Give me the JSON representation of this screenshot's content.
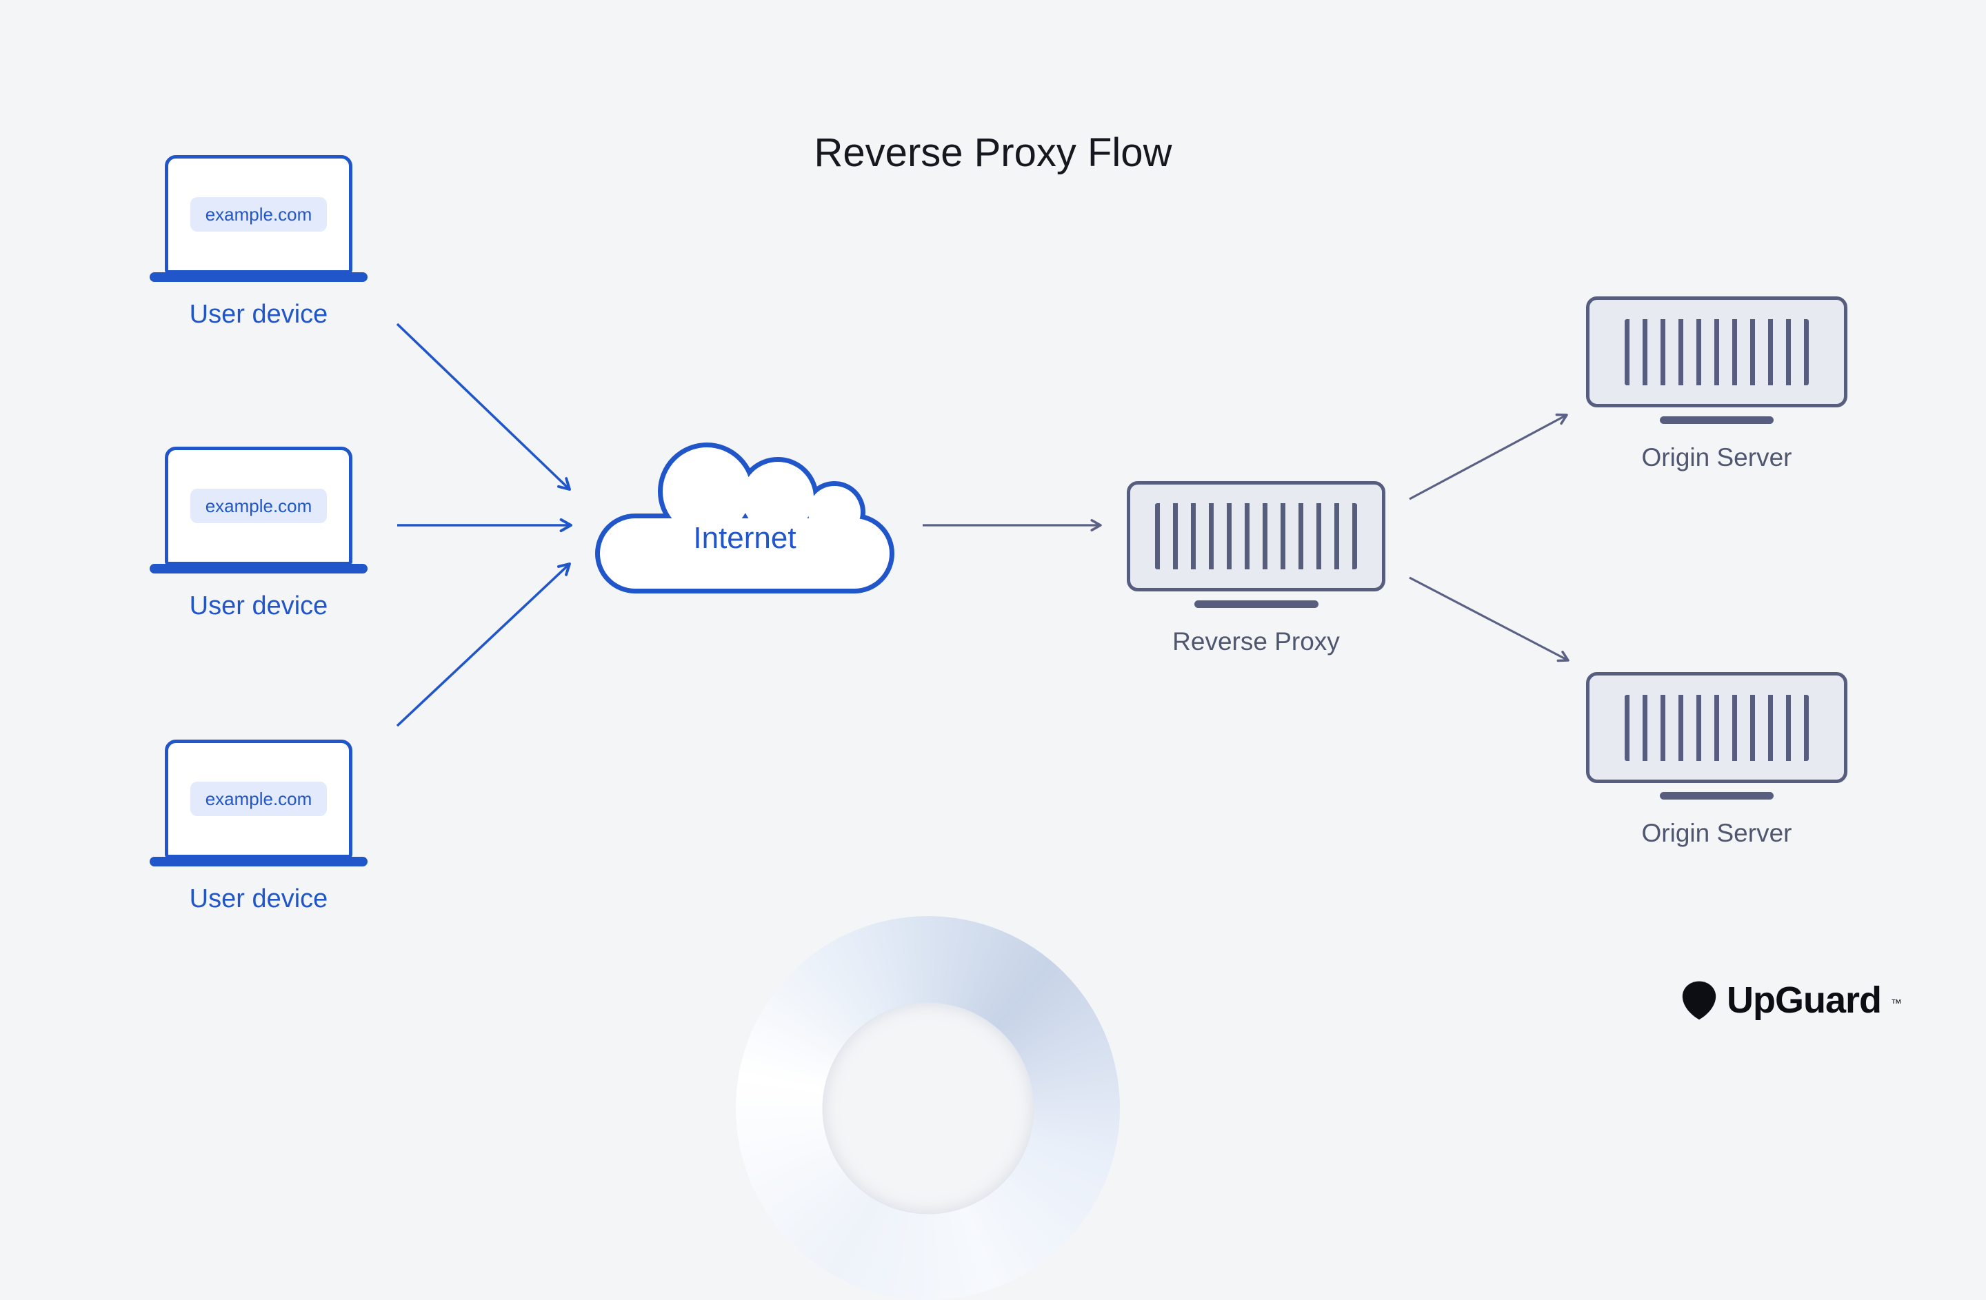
{
  "title": "Reverse Proxy Flow",
  "devices": [
    {
      "screen_label": "example.com",
      "label": "User device"
    },
    {
      "screen_label": "example.com",
      "label": "User device"
    },
    {
      "screen_label": "example.com",
      "label": "User device"
    }
  ],
  "internet": {
    "label": "Internet"
  },
  "reverse_proxy": {
    "label": "Reverse Proxy"
  },
  "origin_servers": [
    {
      "label": "Origin Server"
    },
    {
      "label": "Origin Server"
    }
  ],
  "branding": {
    "name": "UpGuard",
    "trademark": "™"
  },
  "icons": {
    "laptop-icon": "css-rounded-rect-with-base-bar",
    "cloud-icon": "svg-cloud-outline",
    "server-icon": "css-rect-with-vertical-vent-bars",
    "upguard-pick-icon": "svg-guitar-pick",
    "arrowhead": "open-chevron"
  },
  "colors": {
    "background": "#f4f5f7",
    "device_blue": "#2056c9",
    "device_pill_bg": "#e2eafb",
    "server_slate_border": "#565d7e",
    "server_fill": "#e8eaf2",
    "server_label": "#4f5670",
    "arrow_blue": "#2056c9",
    "arrow_slate": "#5a6184",
    "title_color": "#15181e",
    "brand_black": "#0c0e14"
  }
}
